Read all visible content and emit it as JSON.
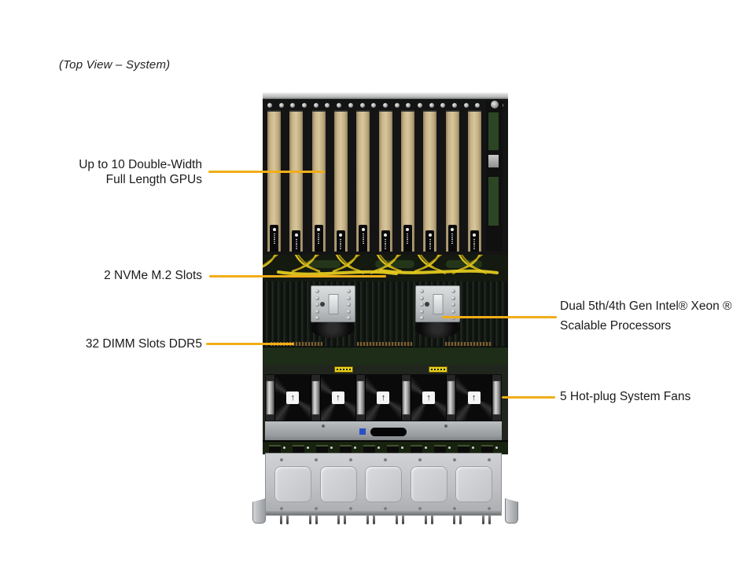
{
  "title": "(Top View – System)",
  "callouts": {
    "gpu": {
      "lines": [
        "Up to 10 Double-Width",
        "Full Length GPUs"
      ]
    },
    "nvme": {
      "lines": [
        "2 NVMe M.2 Slots"
      ]
    },
    "dimm": {
      "lines": [
        "32 DIMM Slots DDR5"
      ]
    },
    "cpu": {
      "lines": [
        "Dual 5th/4th Gen Intel® Xeon ®",
        "Scalable Processors"
      ]
    },
    "fans": {
      "lines": [
        "5 Hot-plug System Fans"
      ]
    }
  },
  "components": {
    "gpu_slots": 10,
    "fan_count": 5,
    "cpu_count": 2,
    "dimm_slots": 32,
    "nvme_slots": 2,
    "top_screw_count": 21,
    "panel_cover_count": 5,
    "bottom_pin_pairs": 8,
    "backplane_component_count": 10,
    "fan_arrow_glyph": "↑"
  },
  "colors": {
    "callout_line": "#F0AD18",
    "gpu_card_tan": "#CDB990",
    "cable_yellow": "#E2C91F",
    "cable_yellow_dark": "#B89C12",
    "chassis_gray": "#BCBEC0",
    "pcb_green": "#1D2D18",
    "warning_yellow": "#E6D01D",
    "fan_black": "#101010",
    "heatsink_silver": "#C9CCCE",
    "blue_component": "#2A50C8"
  }
}
